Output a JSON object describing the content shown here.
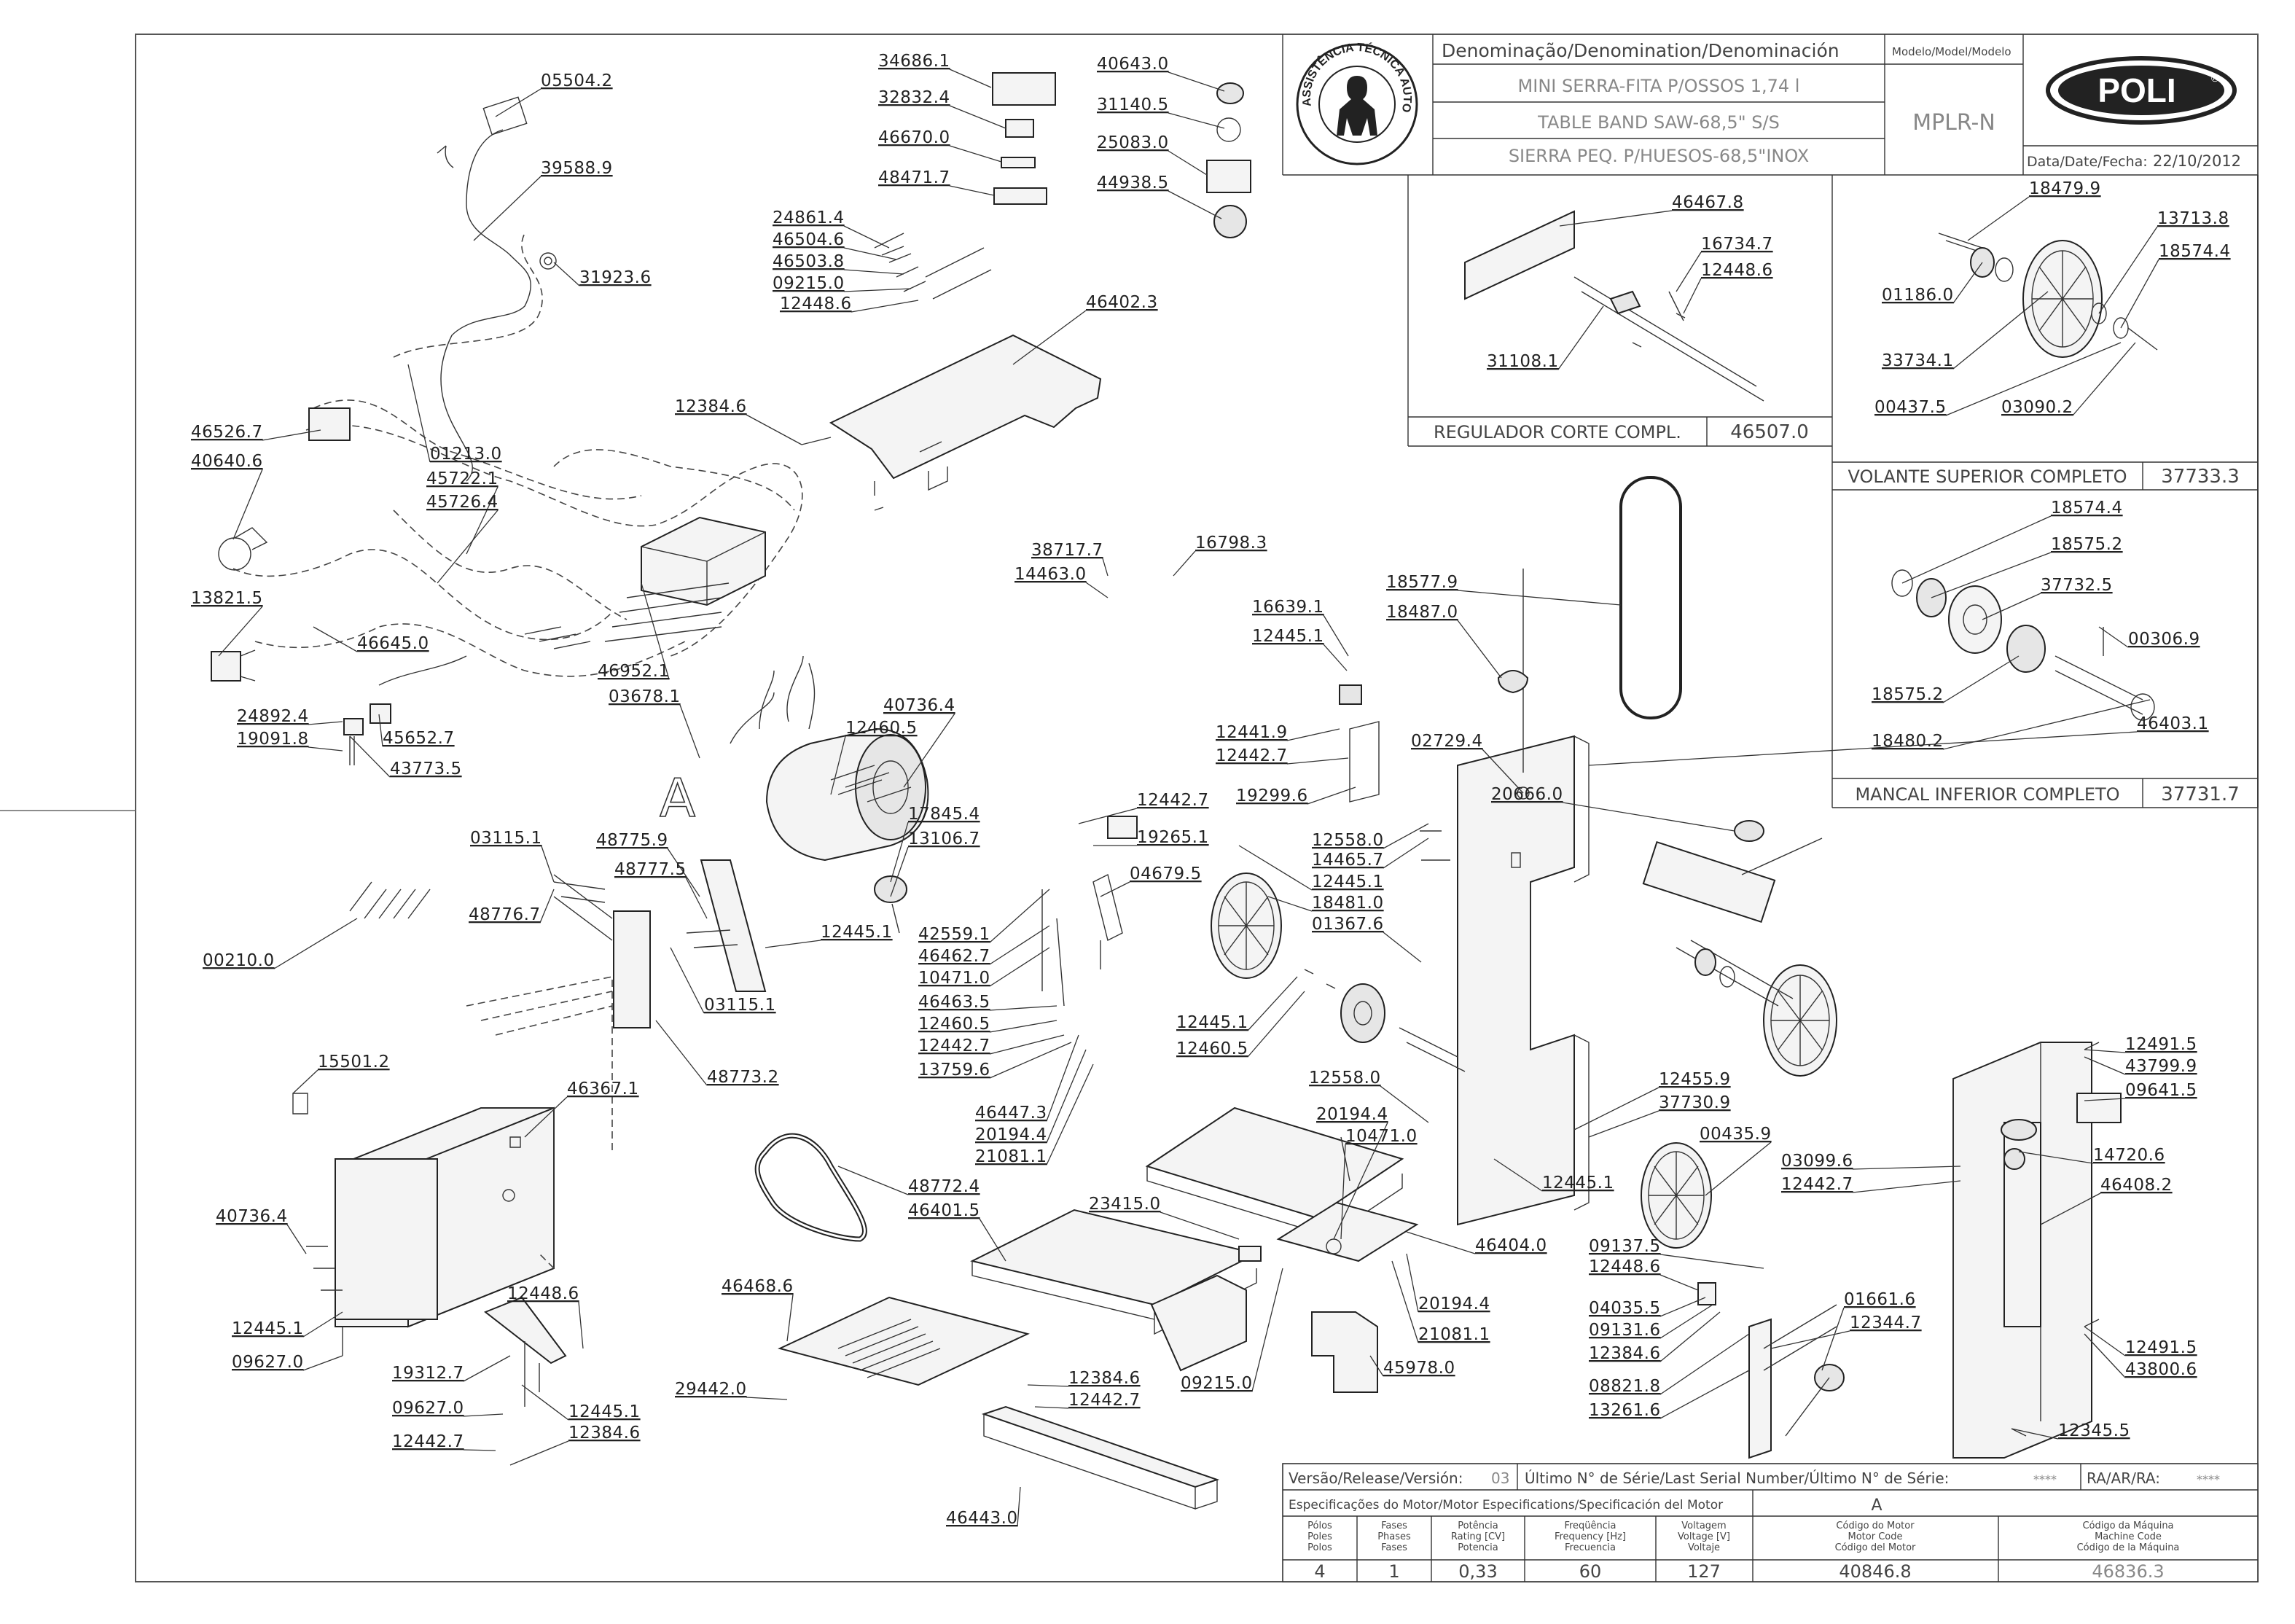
{
  "title_block": {
    "header": "Denominação/Denomination/Denominación",
    "model_header": "Modelo/Model/Modelo",
    "name_pt": "MINI SERRA-FITA P/OSSOS 1,74 l",
    "name_en": "TABLE BAND SAW-68,5\" S/S",
    "name_es": "SIERRA PEQ. P/HUESOS-68,5\"INOX",
    "model": "MPLR-N",
    "date_label": "Data/Date/Fecha:",
    "date": "22/10/2012",
    "brand": "POLI",
    "seal_text": "ASSISTÊNCIA TÉCNICA AUTORIZADA"
  },
  "assemblies": [
    {
      "label": "REGULADOR CORTE COMPL.",
      "code": "46507.0"
    },
    {
      "label": "VOLANTE SUPERIOR COMPLETO",
      "code": "37733.3"
    },
    {
      "label": "MANCAL INFERIOR COMPLETO",
      "code": "37731.7"
    }
  ],
  "view_letter": "A",
  "footer": {
    "release_label": "Versão/Release/Versión:",
    "release": "03",
    "serial_label": "Último N° de Série/Last Serial Number/Último N° de Série:",
    "serial": "****",
    "ra_label": "RA/AR/RA:",
    "ra": "****",
    "motor_spec_label": "Especificações do Motor/Motor Especifications/Specificación del Motor",
    "motor_letter": "A",
    "headers": [
      [
        "Pólos",
        "Poles",
        "Polos"
      ],
      [
        "Fases",
        "Phases",
        "Fases"
      ],
      [
        "Potência",
        "Rating [CV]",
        "Potencia"
      ],
      [
        "Freqüência",
        "Frequency [Hz]",
        "Frecuencia"
      ],
      [
        "Voltagem",
        "Voltage [V]",
        "Voltaje"
      ],
      [
        "Código do Motor",
        "Motor Code",
        "Código del Motor"
      ],
      [
        "Código da Máquina",
        "Machine Code",
        "Código de la Máquina"
      ]
    ],
    "values": [
      "4",
      "1",
      "0,33",
      "60",
      "127",
      "40846.8",
      "46836.3"
    ]
  },
  "parts": [
    "05504.2",
    "39588.9",
    "31923.6",
    "01213.0",
    "46526.7",
    "40640.6",
    "45722.1",
    "45726.4",
    "13821.5",
    "46645.0",
    "46952.1",
    "03678.1",
    "24892.4",
    "19091.8",
    "45652.7",
    "43773.5",
    "34686.1",
    "32832.4",
    "46670.0",
    "48471.7",
    "40643.0",
    "31140.5",
    "25083.0",
    "44938.5",
    "24861.4",
    "46504.6",
    "46503.8",
    "09215.0",
    "12448.6",
    "46402.3",
    "12384.6",
    "46467.8",
    "16734.7",
    "12448.6",
    "31108.1",
    "18479.9",
    "13713.8",
    "18574.4",
    "01186.0",
    "33734.1",
    "00437.5",
    "03090.2",
    "18574.4",
    "18575.2",
    "37732.5",
    "00306.9",
    "18575.2",
    "18480.2",
    "38717.7",
    "16798.3",
    "14463.0",
    "18577.9",
    "18487.0",
    "46403.1",
    "16639.1",
    "12445.1",
    "12441.9",
    "12442.7",
    "19299.6",
    "02729.4",
    "20666.0",
    "12558.0",
    "14465.7",
    "12445.1",
    "18481.0",
    "01367.6",
    "40736.4",
    "12460.5",
    "17845.4",
    "13106.7",
    "12442.7",
    "19265.1",
    "04679.5",
    "42559.1",
    "46462.7",
    "10471.0",
    "46463.5",
    "12460.5",
    "12442.7",
    "13759.6",
    "46447.3",
    "20194.4",
    "21081.1",
    "12445.1",
    "12460.5",
    "12558.0",
    "12455.9",
    "37730.9",
    "00435.9",
    "12445.1",
    "20194.4",
    "10471.0",
    "46404.0",
    "20194.4",
    "21081.1",
    "09215.0",
    "45978.0",
    "03115.1",
    "48775.9",
    "48777.5",
    "48776.7",
    "12445.1",
    "03115.1",
    "48773.2",
    "00210.0",
    "15501.2",
    "46367.1",
    "40736.4",
    "12445.1",
    "09627.0",
    "12448.6",
    "19312.7",
    "09627.0",
    "12445.1",
    "12442.7",
    "12384.6",
    "48772.4",
    "46401.5",
    "23415.0",
    "46468.6",
    "29442.0",
    "12384.6",
    "12442.7",
    "46443.0",
    "09137.5",
    "12448.6",
    "04035.5",
    "09131.6",
    "12384.6",
    "08821.8",
    "13261.6",
    "01661.6",
    "12344.7",
    "12491.5",
    "43799.9",
    "09641.5",
    "14720.6",
    "03099.6",
    "12442.7",
    "46408.2",
    "12491.5",
    "43800.6",
    "12345.5"
  ]
}
